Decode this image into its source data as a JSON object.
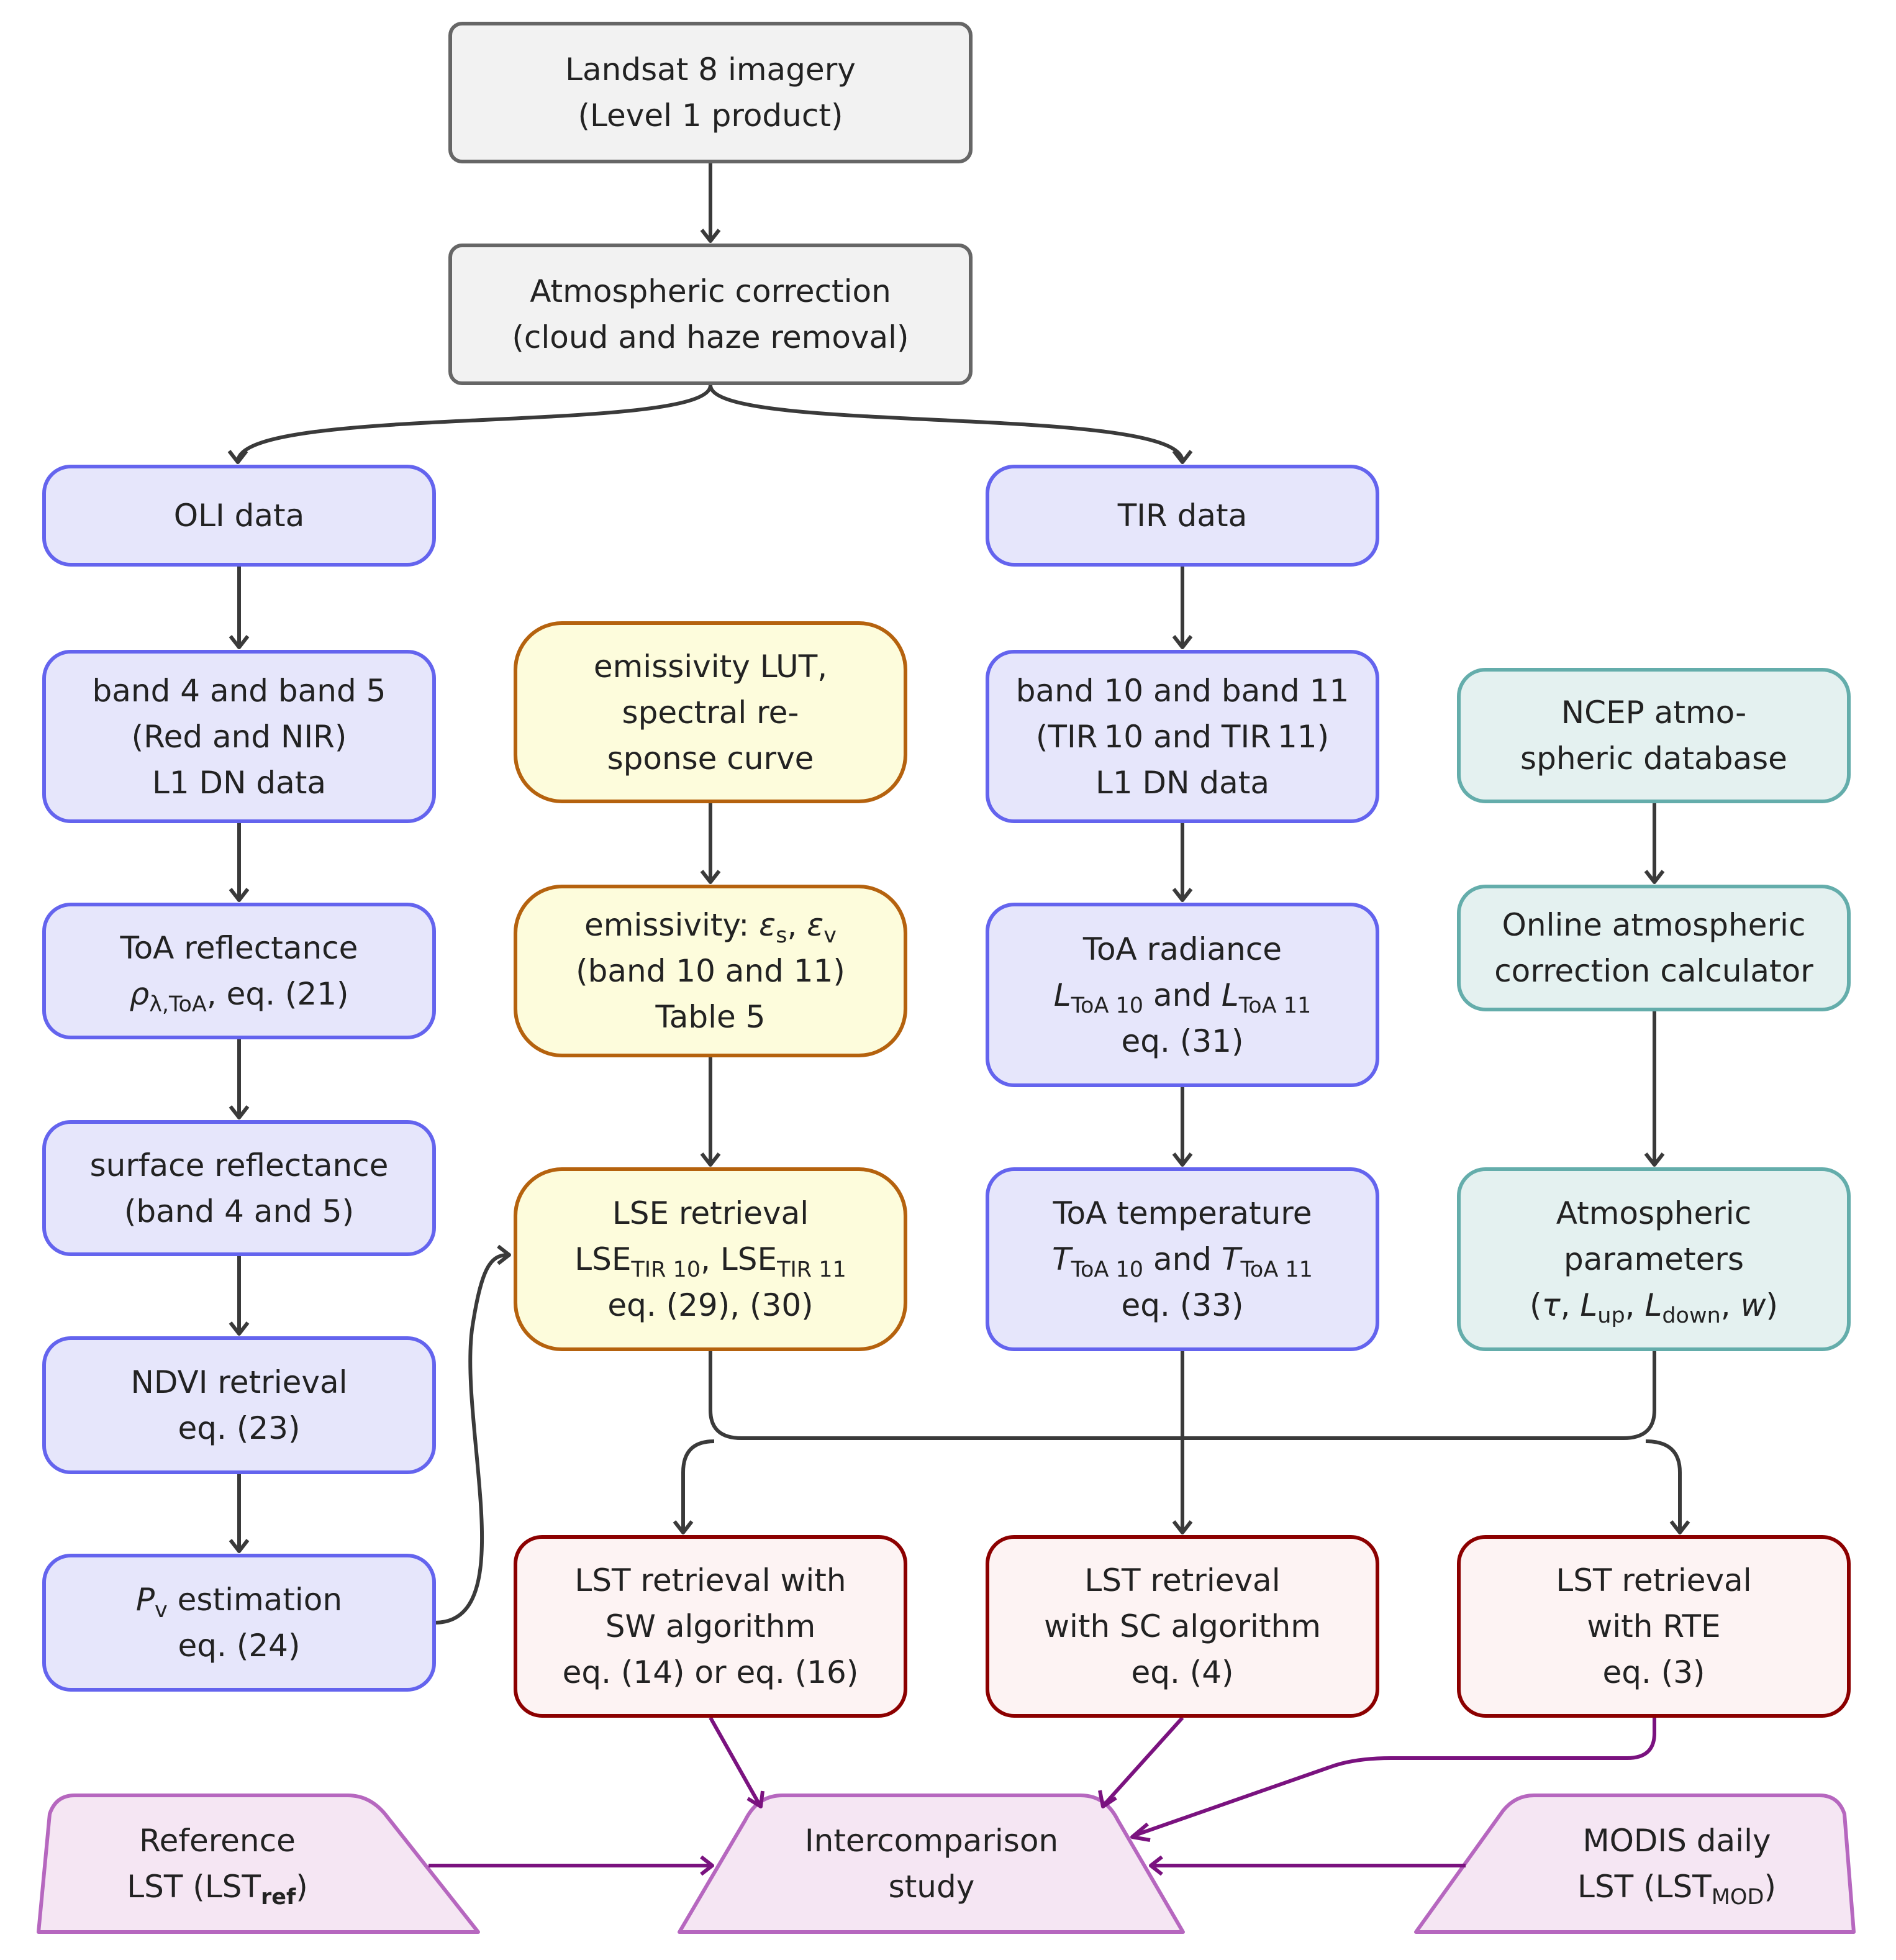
{
  "colors": {
    "gray_border": "#666666",
    "gray_fill": "#f2f2f2",
    "blue_border": "#6464ee",
    "blue_fill": "#e6e6fb",
    "yellow_border": "#b5620e",
    "yellow_fill": "#fdfcdc",
    "teal_border": "#64adab",
    "teal_fill": "#e4f1f0",
    "red_border": "#8c0000",
    "red_fill": "#fdf3f3",
    "purple_border": "#b667bf",
    "purple_fill": "#f5e6f3",
    "arrow_dark": "#3a3a3a",
    "arrow_purple": "#7a127f"
  },
  "nodes": {
    "landsat": [
      "Landsat 8 imagery",
      "(Level 1 product)"
    ],
    "atmos_corr": [
      "Atmospheric correction",
      "(cloud and haze removal)"
    ],
    "oli": [
      "OLI data"
    ],
    "tir": [
      "TIR data"
    ],
    "bands_45": [
      "band 4 and band 5",
      "(Red and NIR)",
      "L1 DN data"
    ],
    "emis_lut": [
      "emissivity LUT,",
      "spectral re-",
      "sponse curve"
    ],
    "bands_1011": {
      "line1": "band 10 and band 11",
      "line2_a": "(TIR",
      "line2_b": "10",
      "line2_c": "and TIR",
      "line2_d": "11)",
      "line3": "L1 DN data"
    },
    "ncep": [
      "NCEP atmo-",
      "spheric database"
    ],
    "toa_refl": {
      "line1": "ToA reflectance",
      "rho": "ρ",
      "rho_sub": "λ,ToA",
      "rest": ", eq. (21)"
    },
    "emissivity": {
      "prefix": "emissivity:  ",
      "eps_s": "ε",
      "sub_s": "s",
      "comma": ", ",
      "eps_v": "ε",
      "sub_v": "v",
      "line2": "(band 10 and 11)",
      "line3": "Table 5"
    },
    "toa_rad": {
      "line1": "ToA radiance",
      "L1": "L",
      "sub1": "ToA 10",
      "and": " and ",
      "L2": "L",
      "sub2": "ToA 11",
      "line3": "eq. (31)"
    },
    "online_calc": [
      "Online atmospheric",
      "correction calculator"
    ],
    "surf_refl": [
      "surface reflectance",
      "(band 4 and 5)"
    ],
    "lse": {
      "line1": "LSE retrieval",
      "a": "LSE",
      "sub_a": "TIR 10",
      "mid": ", LSE",
      "sub_b": "TIR 11",
      "line3": "eq. (29), (30)"
    },
    "toa_temp": {
      "line1": "ToA temperature",
      "T1": "T",
      "sub1": "ToA 10",
      "and": " and ",
      "T2": "T",
      "sub2": "ToA 11",
      "line3": "eq. (33)"
    },
    "atm_params": {
      "line1": "Atmospheric",
      "line2": "parameters",
      "open": "(",
      "tau": "τ",
      "c1": ", ",
      "L_up": "L",
      "sub_up": "up",
      "c2": ", ",
      "L_down": "L",
      "sub_down": "down",
      "c3": ", ",
      "w": "w",
      "close": ")"
    },
    "ndvi": [
      "NDVI retrieval",
      "eq. (23)"
    ],
    "pv": {
      "P": "P",
      "sub": "v",
      "rest": " estimation",
      "line2": "eq. (24)"
    },
    "sw": [
      "LST retrieval with",
      "SW algorithm",
      "eq. (14) or eq. (16)"
    ],
    "sc": [
      "LST retrieval",
      "with SC algorithm",
      "eq. (4)"
    ],
    "rte": [
      "LST retrieval",
      "with RTE",
      "eq. (3)"
    ],
    "reference": {
      "line1": "Reference",
      "a": "LST (LST",
      "sub": "ref",
      "b": ")"
    },
    "intercomp": [
      "Intercomparison",
      "study"
    ],
    "modis": {
      "line1": "MODIS daily",
      "a": "LST (LST",
      "sub": "MOD",
      "b": ")"
    }
  }
}
